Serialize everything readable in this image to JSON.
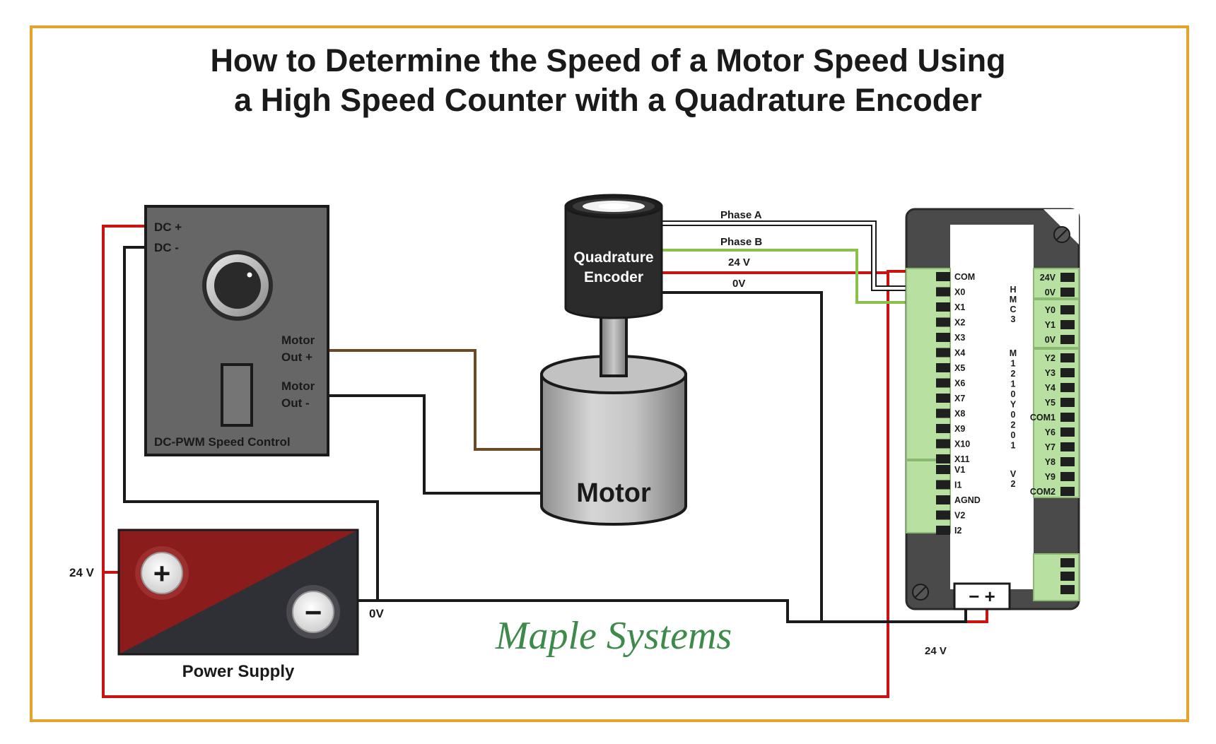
{
  "title": {
    "line1": "How to Determine the Speed of a Motor Speed Using",
    "line2": "a High Speed Counter with a Quadrature Encoder"
  },
  "speed_control": {
    "dc_plus": "DC +",
    "dc_minus": "DC -",
    "motor_out_plus_1": "Motor",
    "motor_out_plus_2": "Out +",
    "motor_out_minus_1": "Motor",
    "motor_out_minus_2": "Out -",
    "label": "DC-PWM Speed Control"
  },
  "encoder": {
    "label_1": "Quadrature",
    "label_2": "Encoder"
  },
  "motor": {
    "label": "Motor"
  },
  "power_supply": {
    "label": "Power Supply",
    "plus_symbol": "+",
    "minus_symbol": "−"
  },
  "wires": {
    "phase_a": "Phase A",
    "phase_b": "Phase B",
    "enc_24v": "24 V",
    "enc_0v": "0V",
    "ps_24v": "24 V",
    "ps_0v": "0V",
    "plc_24v": "24 V"
  },
  "plc": {
    "model_top": [
      "H",
      "M",
      "C",
      "3"
    ],
    "model_mid": [
      "M",
      "1",
      "2",
      "1",
      "0",
      "Y",
      "0",
      "2",
      "0",
      "1"
    ],
    "model_bottom": [
      "V",
      "2"
    ],
    "inputs": [
      "COM",
      "X0",
      "X1",
      "X2",
      "X3",
      "X4",
      "X5",
      "X6",
      "X7",
      "X8",
      "X9",
      "X10",
      "X11"
    ],
    "analog": [
      "V1",
      "I1",
      "AGND",
      "V2",
      "I2"
    ],
    "outputs": [
      "24V",
      "0V",
      "Y0",
      "Y1",
      "0V",
      "Y2",
      "Y3",
      "Y4",
      "Y5",
      "COM1",
      "Y6",
      "Y7",
      "Y8",
      "Y9",
      "COM2"
    ],
    "power_terminal": "−  +"
  },
  "logo": "Maple Systems",
  "colors": {
    "frame": "#e4a32d",
    "red_wire": "#cc1111",
    "green_wire": "#8dc04a",
    "brown_wire": "#6b4a28",
    "terminal": "#b8e0a0",
    "logo": "#3d8a4a",
    "battery_red": "#8b1c1c",
    "battery_dark": "#2f3035"
  }
}
